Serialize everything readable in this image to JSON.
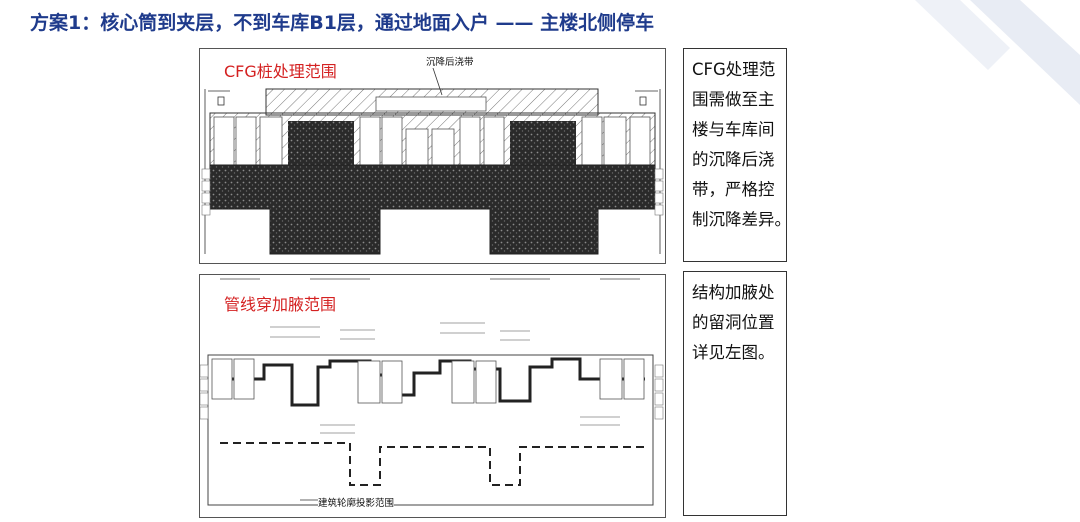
{
  "title": "方案1：核心筒到夹层，不到车库B1层，通过地面入户 —— 主楼北侧停车",
  "top_panel": {
    "label": "CFG桩处理范围",
    "annotation": "沉降后浇带"
  },
  "bottom_panel": {
    "label": "管线穿加腋范围",
    "annotation": "建筑轮廓投影范围"
  },
  "notes": {
    "top": [
      "CFG处理范",
      "围需做至主",
      "楼与车库间",
      "的沉降后浇",
      "带，严格控",
      "制沉降差异。"
    ],
    "bottom": [
      "结构加腋处",
      "的留洞位置",
      "详见左图。"
    ]
  },
  "colors": {
    "title": "#1f3b8c",
    "label_red": "#d42121",
    "deco": "#e8ecf4"
  }
}
